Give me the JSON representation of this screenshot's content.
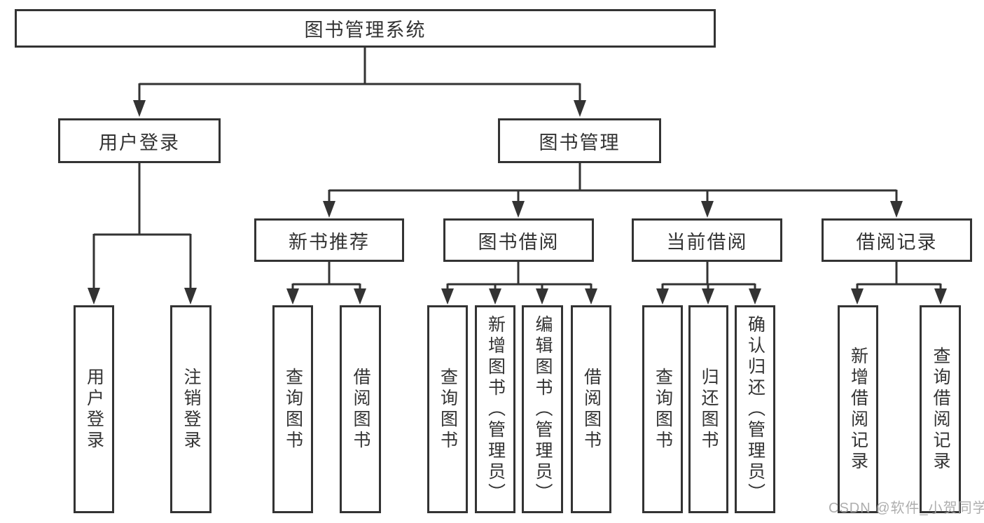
{
  "diagram_title": "图书管理系统",
  "tree": {
    "root_label": "图书管理系统",
    "branches": [
      {
        "label": "用户登录",
        "leaves": [
          "用户登录",
          "注销登录"
        ]
      },
      {
        "label": "图书管理",
        "groups": [
          {
            "label": "新书推荐",
            "leaves": [
              "查询图书",
              "借阅图书"
            ]
          },
          {
            "label": "图书借阅",
            "leaves": [
              "查询图书",
              "新增图书（管理员）",
              "编辑图书（管理员）",
              "借阅图书"
            ]
          },
          {
            "label": "当前借阅",
            "leaves": [
              "查询图书",
              "归还图书",
              "确认归还（管理员）"
            ]
          },
          {
            "label": "借阅记录",
            "leaves": [
              "新增借阅记录",
              "查询借阅记录"
            ]
          }
        ]
      }
    ]
  },
  "watermark": {
    "text": "CSDN @软件_小贺同学"
  },
  "colors": {
    "line": "#333333",
    "box_border": "#333333",
    "text": "#333333",
    "watermark": "#a6a6a6",
    "background": "#ffffff"
  }
}
